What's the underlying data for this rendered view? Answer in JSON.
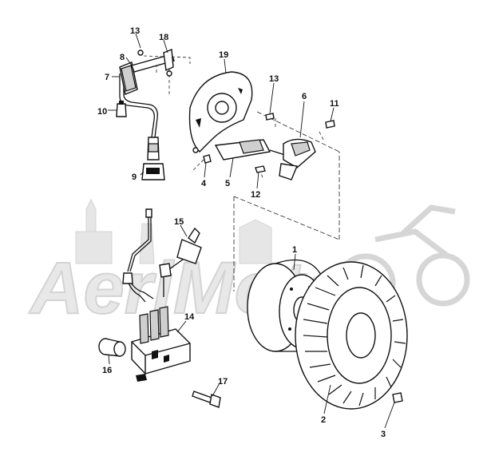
{
  "diagram": {
    "watermark": "AeriMoto",
    "colors": {
      "line": "#111111",
      "watermark": "#e6e6e6",
      "background": "#ffffff"
    },
    "callouts": [
      {
        "id": "p1",
        "label": "1"
      },
      {
        "id": "p2",
        "label": "2"
      },
      {
        "id": "p3",
        "label": "3"
      },
      {
        "id": "p4",
        "label": "4"
      },
      {
        "id": "p5",
        "label": "5"
      },
      {
        "id": "p6",
        "label": "6"
      },
      {
        "id": "p7",
        "label": "7"
      },
      {
        "id": "p8",
        "label": "8"
      },
      {
        "id": "p9",
        "label": "9"
      },
      {
        "id": "p10",
        "label": "10"
      },
      {
        "id": "p11",
        "label": "11"
      },
      {
        "id": "p12",
        "label": "12"
      },
      {
        "id": "p13a",
        "label": "13"
      },
      {
        "id": "p13b",
        "label": "13"
      },
      {
        "id": "p14",
        "label": "14"
      },
      {
        "id": "p15",
        "label": "15"
      },
      {
        "id": "p16",
        "label": "16"
      },
      {
        "id": "p17",
        "label": "17"
      },
      {
        "id": "p18",
        "label": "18"
      },
      {
        "id": "p19",
        "label": "19"
      }
    ]
  }
}
